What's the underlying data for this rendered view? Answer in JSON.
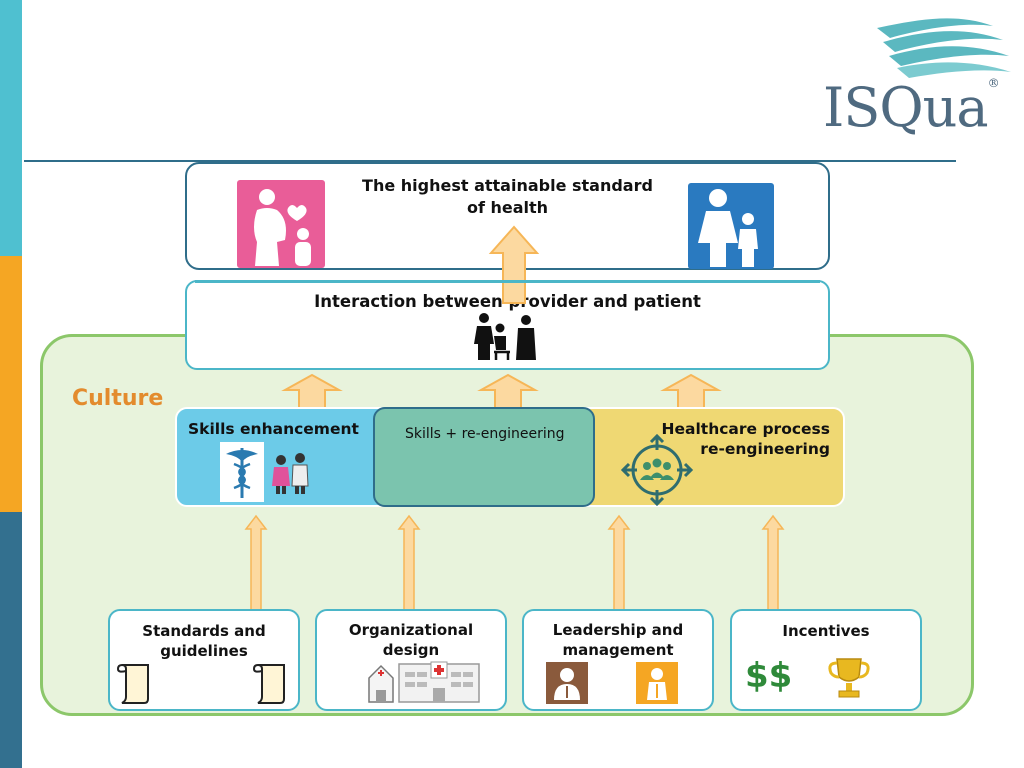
{
  "logo": {
    "text": "ISQua",
    "mark": "®"
  },
  "top": {
    "title_line1": "The highest attainable standard",
    "title_line2": "of health"
  },
  "interaction": {
    "title": "Interaction between provider and patient"
  },
  "culture": {
    "label": "Culture"
  },
  "skills": {
    "label": "Skills enhancement"
  },
  "overlap": {
    "label": "Skills + re-engineering"
  },
  "process": {
    "label_line1": "Healthcare process",
    "label_line2": "re-engineering"
  },
  "inputs": [
    {
      "line1": "Standards and",
      "line2": "guidelines"
    },
    {
      "line1": "Organizational",
      "line2": "design"
    },
    {
      "line1": "Leadership and",
      "line2": "management"
    },
    {
      "line1": "Incentives",
      "line2": ""
    }
  ],
  "incentives_symbol": "$$",
  "colors": {
    "stripe_cyan": "#4fc0d0",
    "stripe_orange": "#f5a623",
    "stripe_blue": "#33708f",
    "border_blue": "#2f6d8a",
    "culture_fill": "#e8f3dc",
    "culture_border": "#8cc76a",
    "skills_fill": "#6ccbe8",
    "overlap_fill": "#7bc4ae",
    "process_fill": "#efd873",
    "arrow_fill": "#fcd9a0",
    "arrow_border": "#f6b657",
    "culture_text": "#e38b2d",
    "pink_icon": "#e95d98",
    "blue_icon": "#2a7ac0"
  },
  "icons": [
    "pregnant-woman-icon",
    "parent-child-icon",
    "caregiver-icon",
    "caduceus-icon",
    "doctors-icon",
    "target-people-icon",
    "scroll-icon",
    "hospital-icon",
    "leader-icon",
    "trophy-icon"
  ]
}
